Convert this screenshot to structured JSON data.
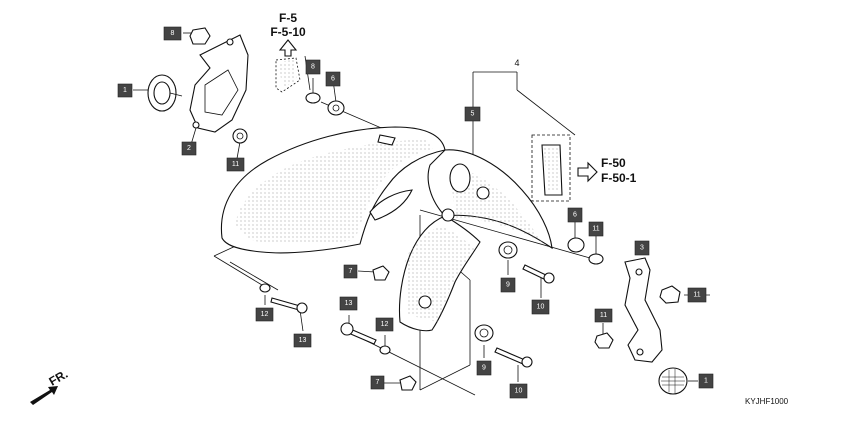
{
  "refs": {
    "top_line1": "F-5",
    "top_line2": "F-5-10",
    "right_line1": "F-50",
    "right_line2": "F-50-1"
  },
  "assembly_number": "4",
  "diagram_code": "KYJHF1000",
  "front_label": "FR.",
  "callouts": [
    "1",
    "2",
    "5",
    "6",
    "8",
    "11",
    "11",
    "8",
    "6",
    "7",
    "12",
    "13",
    "9",
    "10",
    "12",
    "13",
    "7",
    "9",
    "10",
    "3",
    "11",
    "11",
    "1"
  ]
}
